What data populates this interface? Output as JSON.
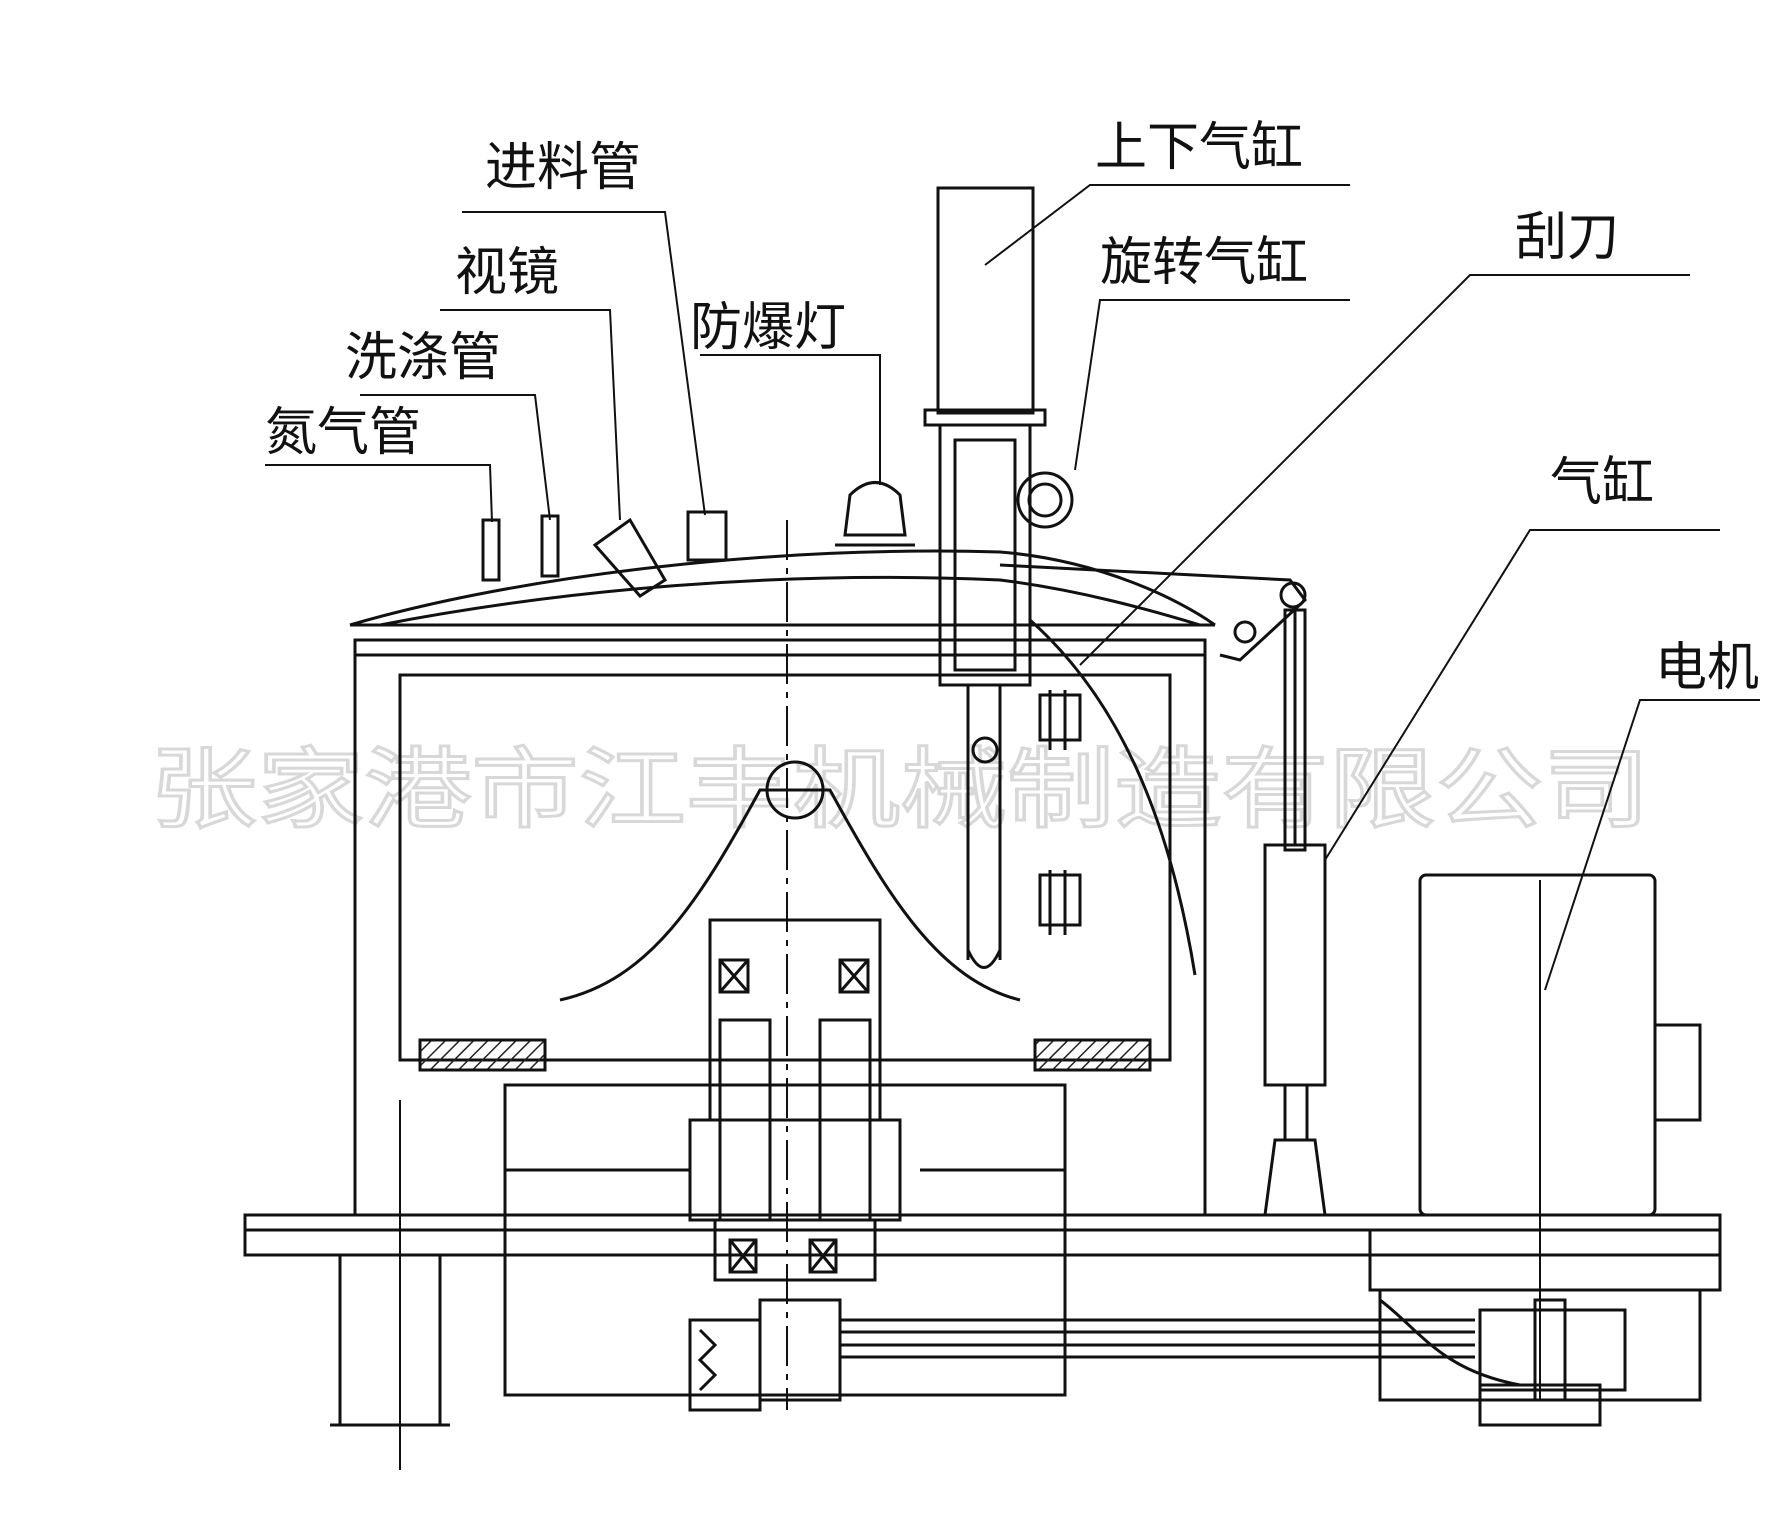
{
  "labels": {
    "feed_pipe": "进料管",
    "sight_glass": "视镜",
    "wash_pipe": "洗涤管",
    "nitrogen_pipe": "氮气管",
    "explosion_proof_lamp": "防爆灯",
    "lift_cylinder": "上下气缸",
    "rotary_cylinder": "旋转气缸",
    "scraper": "刮刀",
    "air_cylinder": "气缸",
    "motor": "电机"
  },
  "watermark": "张家港市江丰机械制造有限公司",
  "colors": {
    "ink": "#111111",
    "hatch": "#222222",
    "watermark": "#d8d8d8"
  }
}
